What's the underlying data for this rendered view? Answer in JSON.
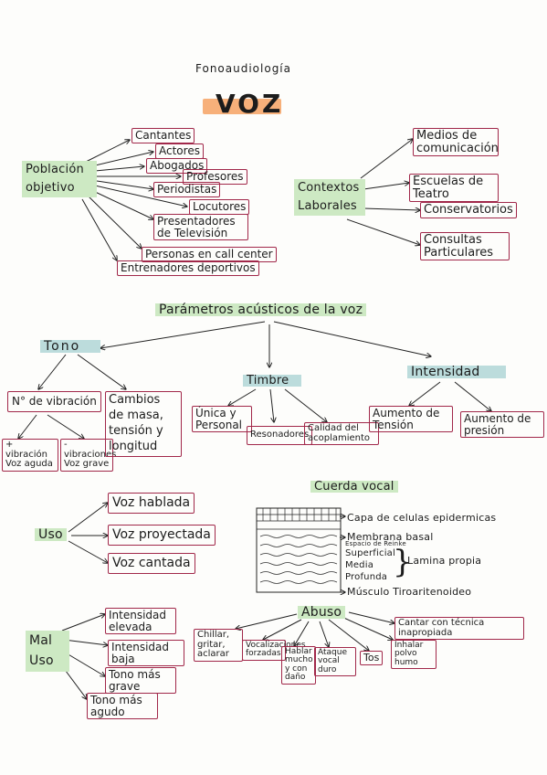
{
  "header": {
    "subject": "Fonoaudiología",
    "title": "VOZ"
  },
  "poblacion": {
    "label": "Población objetivo",
    "items": [
      "Cantantes",
      "Actores",
      "Abogados",
      "Profesores",
      "Periodistas",
      "Locutores",
      "Presentadores de Televisión",
      "Personas en call center",
      "Entrenadores deportivos"
    ]
  },
  "contextos": {
    "label": "Contextos Laborales",
    "items": [
      "Medios de comunicación",
      "Escuelas de Teatro",
      "Conservatorios",
      "Consultas Particulares"
    ]
  },
  "parametros": {
    "title": "Parámetros acústicos de la voz",
    "tono": {
      "label": "Tono",
      "vibraciones": "N° de vibración",
      "mas": "+ vibración Voz aguda",
      "menos": "- vibraciones Voz grave",
      "cambios": "Cambios de masa, tensión y longitud"
    },
    "timbre": {
      "label": "Timbre",
      "items": [
        "Única y Personal",
        "Resonadores",
        "Calidad del acoplamiento"
      ]
    },
    "intensidad": {
      "label": "Intensidad",
      "items": [
        "Aumento de Tensión",
        "Aumento de presión"
      ]
    }
  },
  "uso": {
    "label": "Uso",
    "items": [
      "Voz hablada",
      "Voz proyectada",
      "Voz cantada"
    ]
  },
  "cuerda": {
    "title": "Cuerda vocal",
    "layers": [
      "Capa de celulas epidermicas",
      "Membrana basal",
      "Espacio de Reinke",
      "Superficial",
      "Media",
      "Profunda",
      "Lamina propia",
      "Músculo Tiroaritenoideo"
    ]
  },
  "mal_uso": {
    "label": "Mal Uso",
    "items": [
      "Intensidad elevada",
      "Intensidad baja",
      "Tono más grave",
      "Tono más agudo"
    ]
  },
  "abuso": {
    "label": "Abuso",
    "items": [
      "Chillar, gritar, aclarar",
      "Vocalizaciones forzadas",
      "Hablar mucho y con daño",
      "Ataque vocal duro",
      "Tos",
      "Inhalar polvo humo",
      "Cantar con técnica inapropiada"
    ]
  },
  "colors": {
    "box": "#a1284a",
    "green": "#cde9c3",
    "teal": "#bcdcdc",
    "orange": "#f7b07a"
  }
}
